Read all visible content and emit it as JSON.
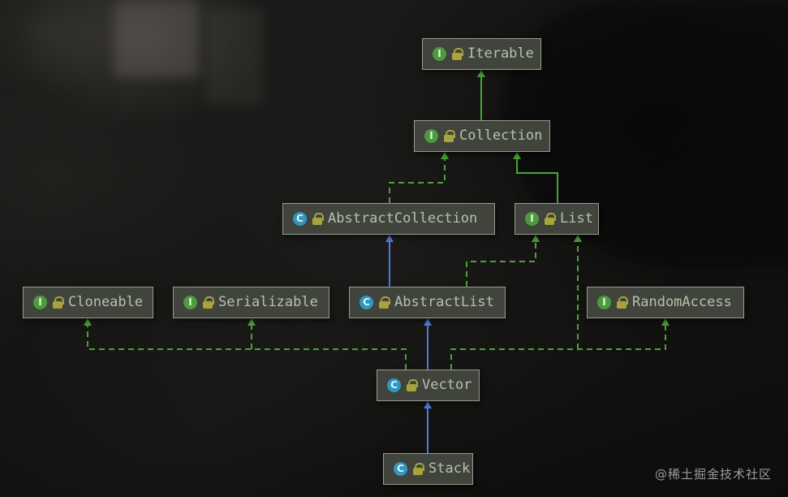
{
  "diagram": {
    "nodes": [
      {
        "id": "iterable",
        "label": "Iterable",
        "type": "interface",
        "icon_letter": "I"
      },
      {
        "id": "collection",
        "label": "Collection",
        "type": "interface",
        "icon_letter": "I"
      },
      {
        "id": "abstract-collection",
        "label": "AbstractCollection",
        "type": "class",
        "icon_letter": "C"
      },
      {
        "id": "list",
        "label": "List",
        "type": "interface",
        "icon_letter": "I"
      },
      {
        "id": "cloneable",
        "label": "Cloneable",
        "type": "interface",
        "icon_letter": "I"
      },
      {
        "id": "serializable",
        "label": "Serializable",
        "type": "interface",
        "icon_letter": "I"
      },
      {
        "id": "abstract-list",
        "label": "AbstractList",
        "type": "class",
        "icon_letter": "C"
      },
      {
        "id": "random-access",
        "label": "RandomAccess",
        "type": "interface",
        "icon_letter": "I"
      },
      {
        "id": "vector",
        "label": "Vector",
        "type": "class",
        "icon_letter": "C"
      },
      {
        "id": "stack",
        "label": "Stack",
        "type": "class",
        "icon_letter": "C"
      }
    ],
    "edges": [
      {
        "from": "Collection",
        "to": "Iterable",
        "relation": "extends",
        "line": "solid-green"
      },
      {
        "from": "List",
        "to": "Collection",
        "relation": "extends",
        "line": "solid-green"
      },
      {
        "from": "AbstractCollection",
        "to": "Collection",
        "relation": "implements",
        "line": "dashed-green"
      },
      {
        "from": "AbstractList",
        "to": "AbstractCollection",
        "relation": "extends",
        "line": "solid-blue"
      },
      {
        "from": "AbstractList",
        "to": "List",
        "relation": "implements",
        "line": "dashed-green"
      },
      {
        "from": "Vector",
        "to": "AbstractList",
        "relation": "extends",
        "line": "solid-blue"
      },
      {
        "from": "Vector",
        "to": "List",
        "relation": "implements",
        "line": "dashed-green"
      },
      {
        "from": "Vector",
        "to": "Cloneable",
        "relation": "implements",
        "line": "dashed-green"
      },
      {
        "from": "Vector",
        "to": "Serializable",
        "relation": "implements",
        "line": "dashed-green"
      },
      {
        "from": "Vector",
        "to": "RandomAccess",
        "relation": "implements",
        "line": "dashed-green"
      },
      {
        "from": "Stack",
        "to": "Vector",
        "relation": "extends",
        "line": "solid-blue"
      }
    ]
  },
  "colors": {
    "edge_green": "#4aa33a",
    "edge_blue": "#4d7ddd",
    "interface_icon": "#4c9b3f",
    "class_icon": "#2f97c6",
    "lock_icon": "#a8a33c",
    "node_background": "#41443c",
    "node_border": "#999b90",
    "node_text": "#b7c0ab",
    "watermark_text": "#9b9b9b"
  },
  "watermark": "@稀土掘金技术社区"
}
